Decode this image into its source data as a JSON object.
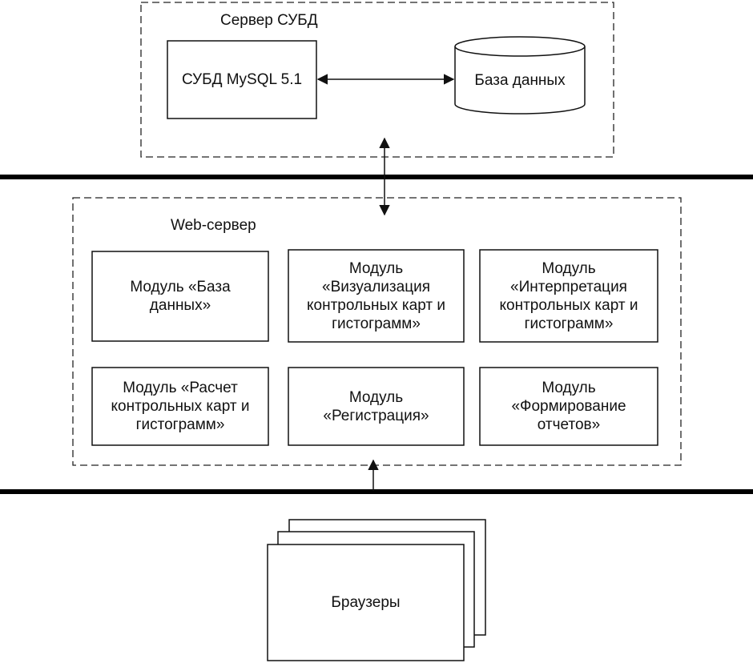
{
  "db_server": {
    "title": "Сервер СУБД",
    "dbms": "СУБД MySQL 5.1",
    "database": "База данных"
  },
  "web_server": {
    "title": "Web-сервер",
    "modules": [
      "Модуль «База\nданных»",
      "Модуль\n«Визуализация\nконтрольных карт и\nгистограмм»",
      "Модуль\n«Интерпретация\nконтрольных карт и\nгистограмм»",
      "Модуль «Расчет\nконтрольных карт и\nгистограмм»",
      "Модуль\n«Регистрация»",
      "Модуль\n«Формирование\nотчетов»"
    ]
  },
  "clients": {
    "label": "Браузеры"
  }
}
